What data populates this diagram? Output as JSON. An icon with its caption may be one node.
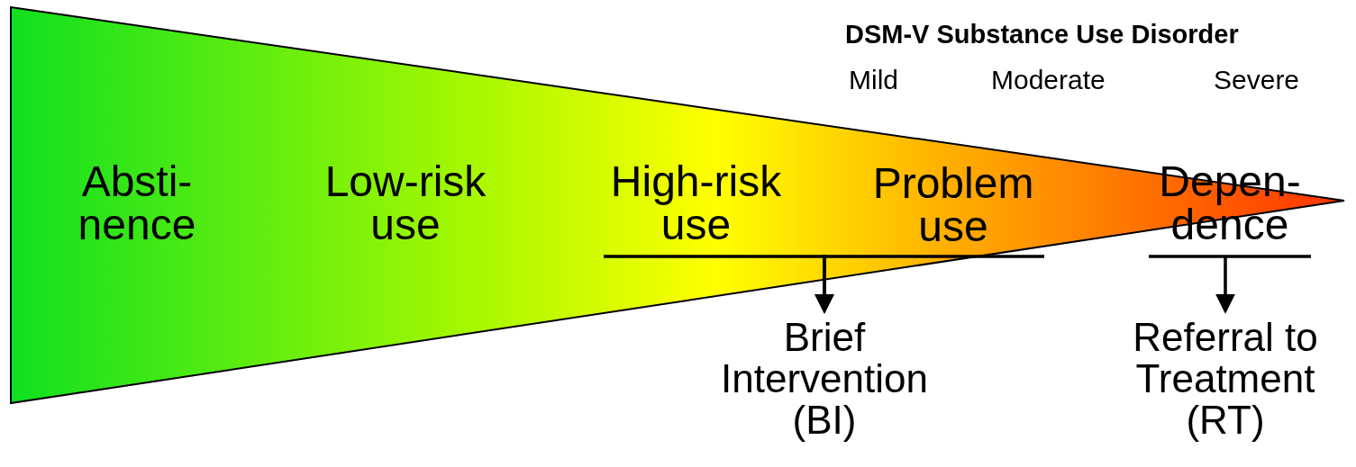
{
  "diagram": {
    "nodes": [
      {
        "text": [],
        "shape": "wedge"
      },
      {
        "text": [
          "Absti- nence"
        ],
        "in": 0
      },
      {
        "text": [
          "Low-risk use"
        ],
        "in": 0
      },
      {
        "text": [
          "High-risk use"
        ],
        "in": 0
      },
      {
        "text": [
          "Problem use"
        ],
        "in": 0
      },
      {
        "text": [
          "Depen- dence"
        ],
        "in": 0
      },
      {
        "text": [
          "Brief Intervention (BI)"
        ]
      },
      {
        "text": [
          "Referral to Treatment (RT)"
        ]
      }
    ],
    "edges": [
      {
        "from": 3,
        "to": 6,
        "arrow": "to"
      },
      {
        "from": 4,
        "to": 6,
        "arrow": "to"
      },
      {
        "from": 5,
        "to": 7,
        "arrow": "to"
      }
    ],
    "labels": [
      "DSM-V Substance Use Disorder",
      "Mild",
      "Moderate",
      "Severe"
    ]
  }
}
